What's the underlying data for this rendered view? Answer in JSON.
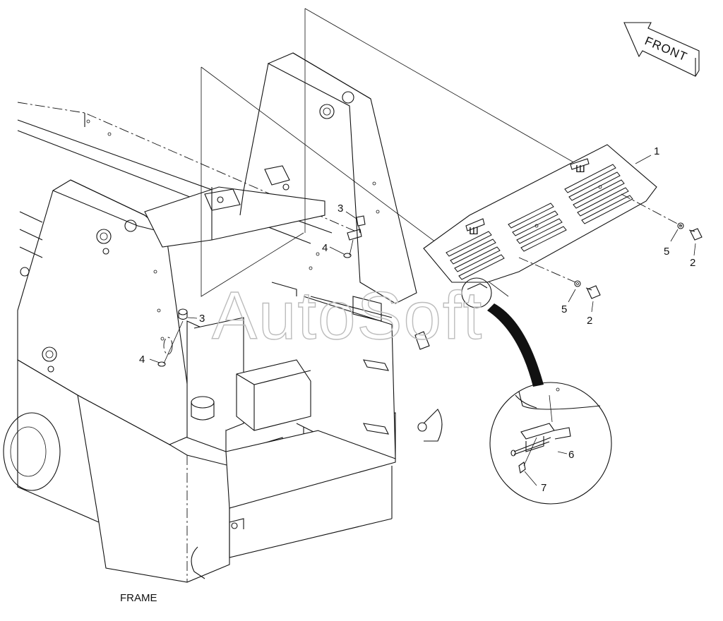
{
  "front_label": "FRONT",
  "frame_caption": "FRAME",
  "watermark": "AutoSoft",
  "callouts": {
    "c1": "1",
    "c2a": "2",
    "c2b": "2",
    "c3a": "3",
    "c3b": "3",
    "c4a": "4",
    "c4b": "4",
    "c5a": "5",
    "c5b": "5",
    "c6": "6",
    "c7": "7"
  }
}
